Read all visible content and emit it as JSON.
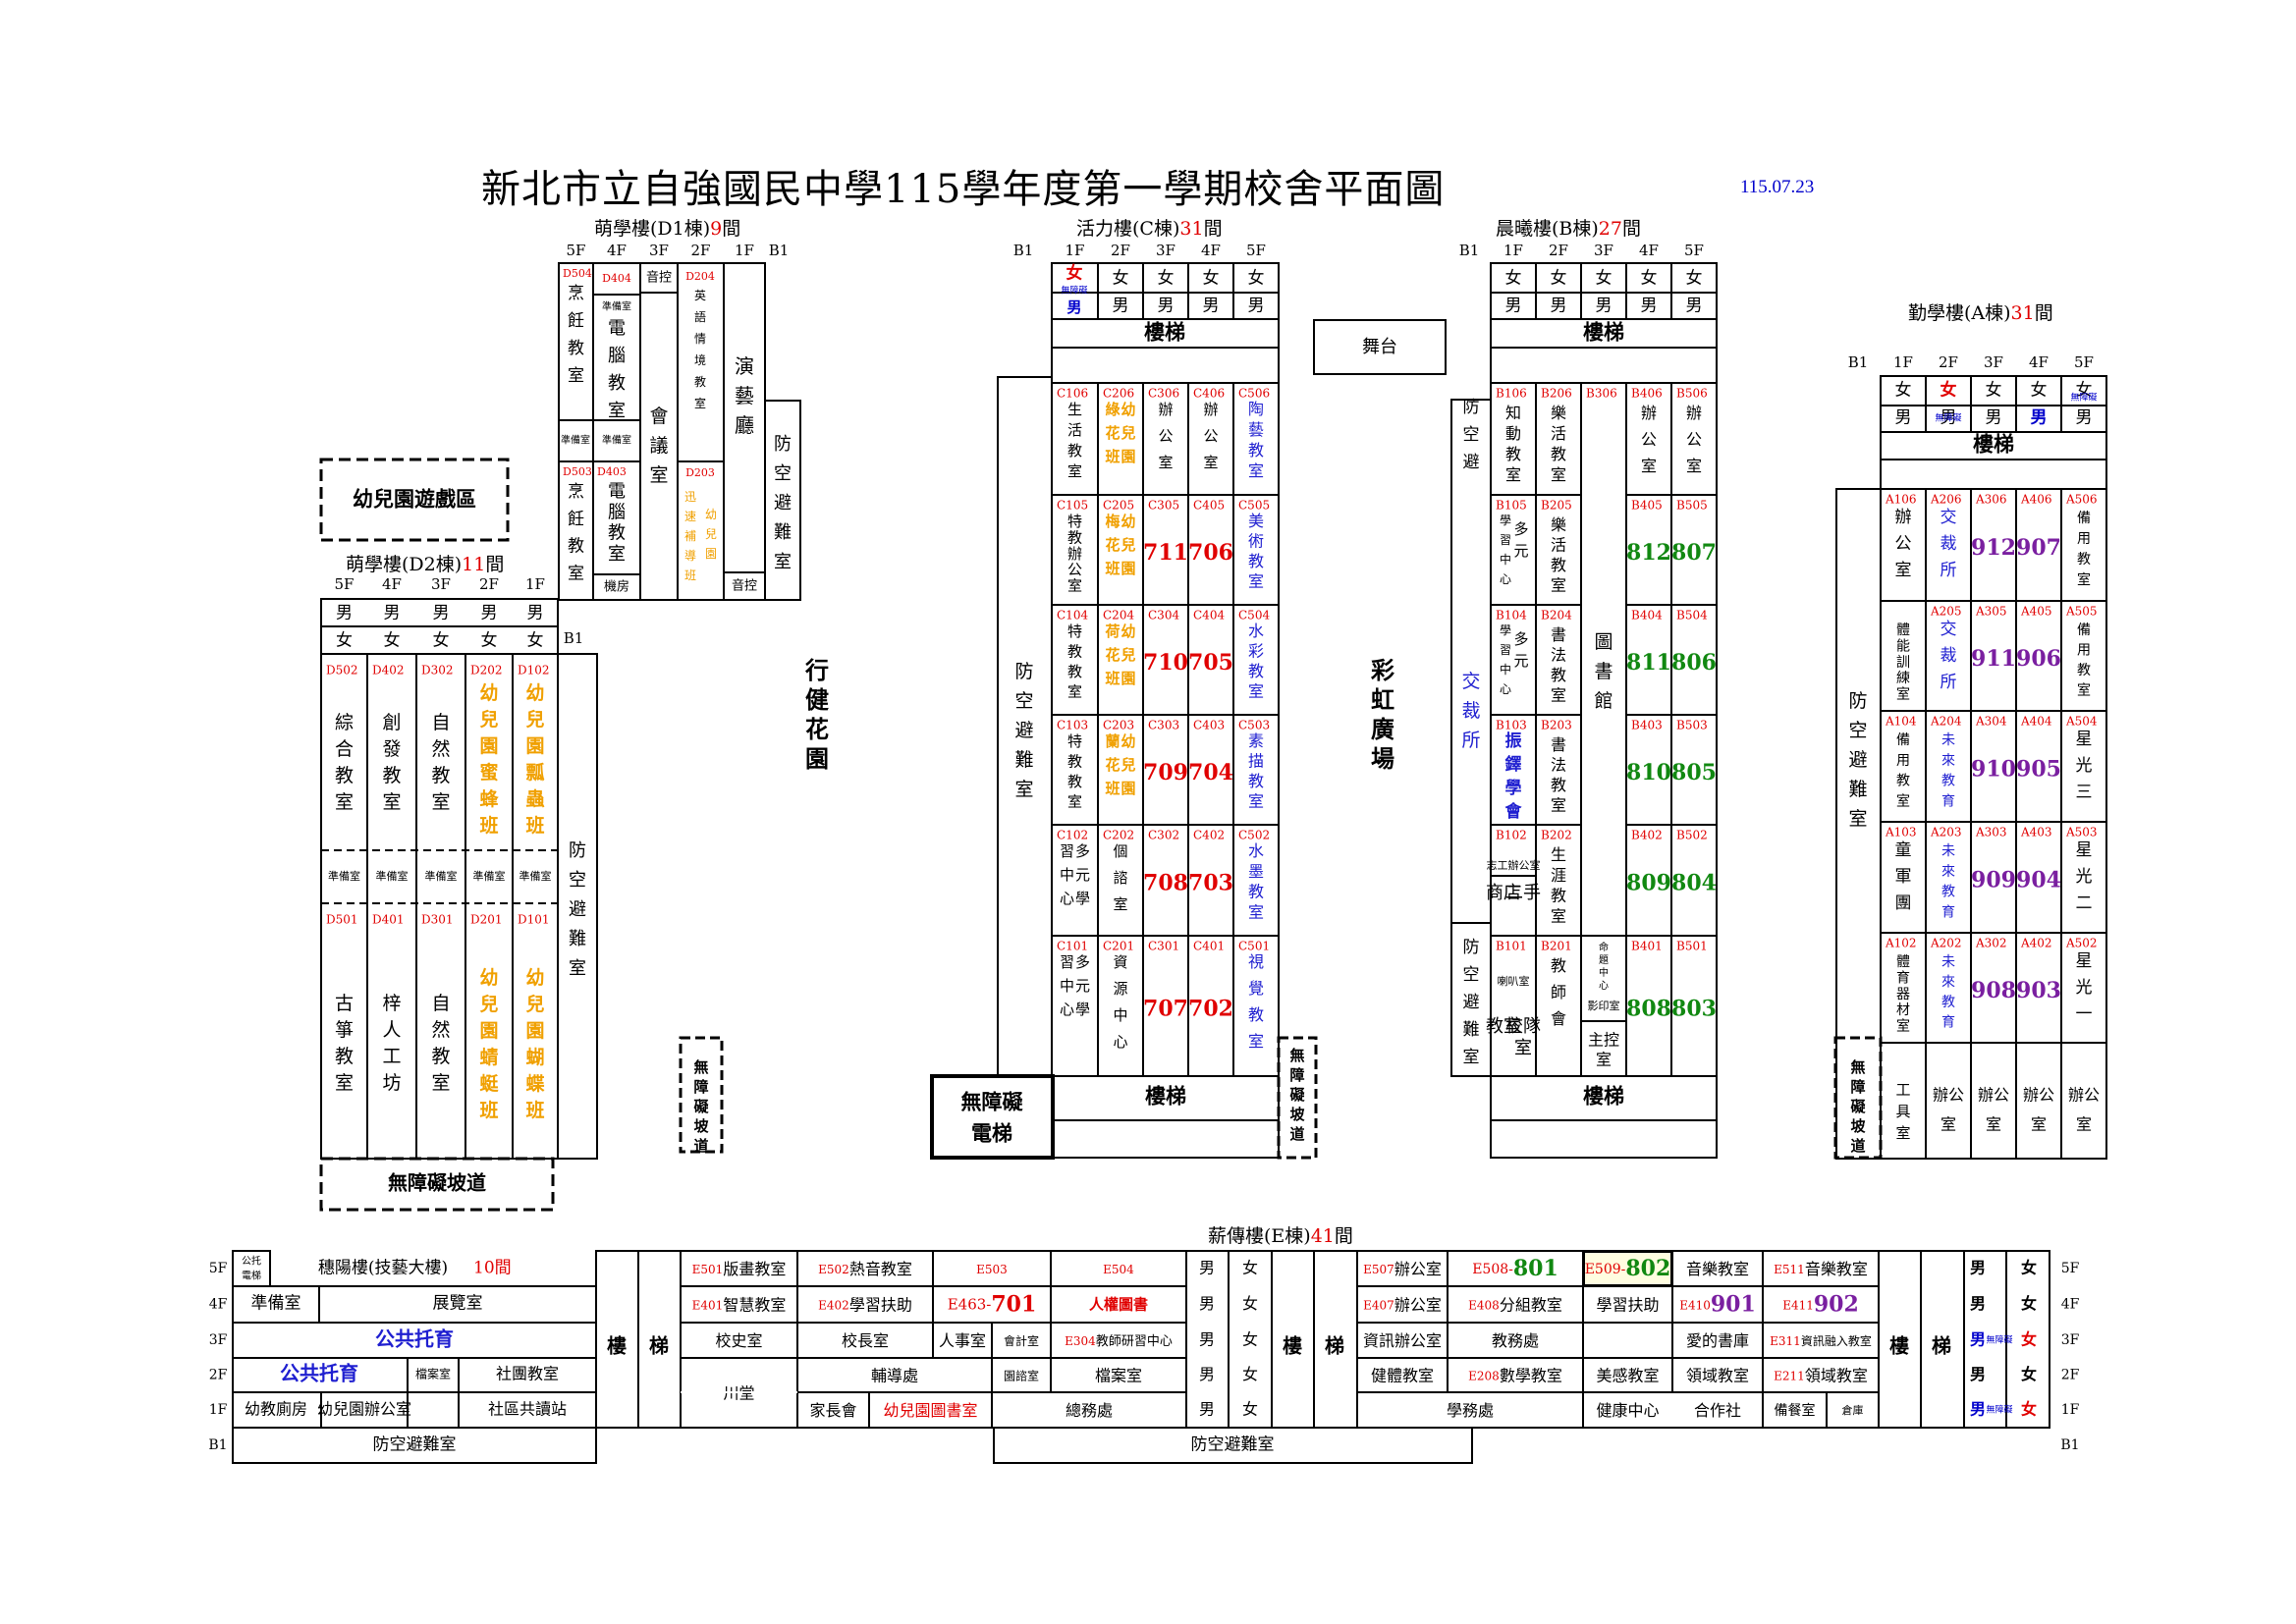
{
  "title": "新北市立自強國民中學115學年度第一學期校舍平面圖",
  "date": "115.07.23",
  "buildings": {
    "d1": {
      "name": "萌學樓(D1棟)",
      "count": "9",
      "unit": "間"
    },
    "c": {
      "name": "活力樓(C棟)",
      "count": "31",
      "unit": "間"
    },
    "b": {
      "name": "晨曦樓(B棟)",
      "count": "27",
      "unit": "間"
    },
    "a": {
      "name": "勤學樓(A棟)",
      "count": "31",
      "unit": "間"
    },
    "d2": {
      "name": "萌學樓(D2棟)",
      "count": "11",
      "unit": "間"
    },
    "e": {
      "name": "薪傳樓(E棟)",
      "count": "41",
      "unit": "間"
    },
    "f": {
      "name": "穗陽樓(技藝大樓)",
      "count": "10",
      "unit": "間"
    }
  },
  "areas": {
    "garden": "行健花園",
    "plaza": "彩虹廣場",
    "stage": "舞台",
    "playground": "幼兒園遊戲區",
    "ramp_bottom": "無障礙坡道",
    "ramp_small": "無障礙坡道",
    "elevator": "無障礙電梯"
  },
  "floors": {
    "5F": "5F",
    "4F": "4F",
    "3F": "3F",
    "2F": "2F",
    "1F": "1F",
    "B1": "B1"
  },
  "common": {
    "stairs": "樓梯",
    "female": "女",
    "male": "男",
    "accessible": "無障礙",
    "shelter": "防空避難室",
    "prep": "準備室",
    "office": "辦公室",
    "equip": "機房",
    "control": "音控"
  },
  "rooms": {
    "d1": [
      {
        "code": "D504",
        "name": "烹飪教室"
      },
      {
        "code": "D404",
        "name": "電腦教室"
      },
      {
        "code": "",
        "name": "會議室"
      },
      {
        "code": "D204",
        "name": "英語情境教室"
      },
      {
        "code": "",
        "name": "演藝廳"
      },
      {
        "code": "D503",
        "name": "烹飪教室"
      },
      {
        "code": "D403",
        "name": "電腦教室"
      },
      {
        "code": "D203",
        "name": "迅速補導班"
      },
      {
        "code": "",
        "name": "幼兒園"
      }
    ],
    "d2": [
      {
        "code": "D502",
        "name": "綜合教室"
      },
      {
        "code": "D402",
        "name": "創發教室"
      },
      {
        "code": "D302",
        "name": "自然教室"
      },
      {
        "code": "D202",
        "name": "幼兒園蜜蜂班"
      },
      {
        "code": "D102",
        "name": "幼兒園瓢蟲班"
      },
      {
        "code": "D501",
        "name": "古箏教室"
      },
      {
        "code": "D401",
        "name": "梓人工坊"
      },
      {
        "code": "D301",
        "name": "自然教室"
      },
      {
        "code": "D201",
        "name": "幼兒園蜻蜓班"
      },
      {
        "code": "D101",
        "name": "幼兒園蝴蝶班"
      }
    ],
    "c": [
      {
        "code": "C106",
        "name": "生活教室"
      },
      {
        "code": "C206",
        "name": "幼兒園綠花班"
      },
      {
        "code": "C306",
        "name": "辦公室"
      },
      {
        "code": "C406",
        "name": "辦公室"
      },
      {
        "code": "C506",
        "name": "陶藝教室"
      },
      {
        "code": "C105",
        "name": "特教辦公室"
      },
      {
        "code": "C205",
        "name": "幼兒園梅花班"
      },
      {
        "code": "C305",
        "name": "711"
      },
      {
        "code": "C405",
        "name": "706"
      },
      {
        "code": "C505",
        "name": "美術教室"
      },
      {
        "code": "C104",
        "name": "特教教室"
      },
      {
        "code": "C204",
        "name": "幼兒園荷花班"
      },
      {
        "code": "C304",
        "name": "710"
      },
      {
        "code": "C404",
        "name": "705"
      },
      {
        "code": "C504",
        "name": "水彩教室"
      },
      {
        "code": "C103",
        "name": "特教教室"
      },
      {
        "code": "C203",
        "name": "幼兒園蘭花班"
      },
      {
        "code": "C303",
        "name": "709"
      },
      {
        "code": "C403",
        "name": "704"
      },
      {
        "code": "C503",
        "name": "素描教室"
      },
      {
        "code": "C102",
        "name": "多元學習中心"
      },
      {
        "code": "C202",
        "name": "個諮室"
      },
      {
        "code": "C302",
        "name": "708"
      },
      {
        "code": "C402",
        "name": "703"
      },
      {
        "code": "C502",
        "name": "水墨教室"
      },
      {
        "code": "C101",
        "name": "多元學習中心"
      },
      {
        "code": "C201",
        "name": "資源中心"
      },
      {
        "code": "C301",
        "name": "707"
      },
      {
        "code": "C401",
        "name": "702"
      },
      {
        "code": "C501",
        "name": "視覺教室"
      }
    ],
    "b": [
      {
        "code": "B106",
        "name": "知動教室"
      },
      {
        "code": "B206",
        "name": "樂活教室"
      },
      {
        "code": "B306",
        "name": "圖書館"
      },
      {
        "code": "B406",
        "name": "辦公室"
      },
      {
        "code": "B506",
        "name": "辦公室"
      },
      {
        "code": "B105",
        "name": "多元學習中心"
      },
      {
        "code": "B205",
        "name": "樂活教室"
      },
      {
        "code": "B405",
        "name": "812"
      },
      {
        "code": "B505",
        "name": "807"
      },
      {
        "code": "B104",
        "name": "多元學習中心"
      },
      {
        "code": "B204",
        "name": "書法教室"
      },
      {
        "code": "B404",
        "name": "811"
      },
      {
        "code": "B504",
        "name": "806"
      },
      {
        "code": "B103",
        "name": "振鐸學會"
      },
      {
        "code": "B203",
        "name": "書法教室"
      },
      {
        "code": "B403",
        "name": "810"
      },
      {
        "code": "B503",
        "name": "805"
      },
      {
        "code": "B102",
        "name": "二手商店"
      },
      {
        "code": "",
        "name": "志工辦公室"
      },
      {
        "code": "B202",
        "name": "生涯教室"
      },
      {
        "code": "B402",
        "name": "809"
      },
      {
        "code": "B502",
        "name": "804"
      },
      {
        "code": "B101",
        "name": "校隊教室"
      },
      {
        "code": "",
        "name": "喇叭室"
      },
      {
        "code": "B201",
        "name": "教師會"
      },
      {
        "code": "",
        "name": "命題中心影印室"
      },
      {
        "code": "",
        "name": "主控室"
      },
      {
        "code": "B401",
        "name": "808"
      },
      {
        "code": "B501",
        "name": "803"
      },
      {
        "code": "",
        "name": "交裁所"
      }
    ],
    "a": [
      {
        "code": "A106",
        "name": "辦公室"
      },
      {
        "code": "A206",
        "name": "交裁所"
      },
      {
        "code": "A306",
        "name": "912"
      },
      {
        "code": "A406",
        "name": "907"
      },
      {
        "code": "A506",
        "name": "備用教室"
      },
      {
        "code": "",
        "name": "體能訓練室"
      },
      {
        "code": "A205",
        "name": "交裁所"
      },
      {
        "code": "A305",
        "name": "911"
      },
      {
        "code": "A405",
        "name": "906"
      },
      {
        "code": "A505",
        "name": "備用教室"
      },
      {
        "code": "A104",
        "name": "備用教室"
      },
      {
        "code": "A204",
        "name": "未來教育"
      },
      {
        "code": "A304",
        "name": "910"
      },
      {
        "code": "A404",
        "name": "905"
      },
      {
        "code": "A504",
        "name": "星光三"
      },
      {
        "code": "A103",
        "name": "童軍團"
      },
      {
        "code": "A203",
        "name": "未來教育"
      },
      {
        "code": "A303",
        "name": "909"
      },
      {
        "code": "A403",
        "name": "904"
      },
      {
        "code": "A503",
        "name": "星光二"
      },
      {
        "code": "A102",
        "name": "體育器材室"
      },
      {
        "code": "A202",
        "name": "未來教育"
      },
      {
        "code": "A302",
        "name": "908"
      },
      {
        "code": "A402",
        "name": "903"
      },
      {
        "code": "A502",
        "name": "星光一"
      },
      {
        "code": "",
        "name": "工具室"
      }
    ],
    "e": {
      "5F": [
        {
          "code": "E501",
          "name": "版畫教室"
        },
        {
          "code": "E502",
          "name": "熱音教室"
        },
        {
          "code": "E503",
          "name": ""
        },
        {
          "code": "E504",
          "name": ""
        },
        {
          "code": "E507",
          "name": "辦公室"
        },
        {
          "code": "E508-",
          "name": "801"
        },
        {
          "code": "E509-",
          "name": "802"
        },
        {
          "code": "",
          "name": "音樂教室"
        },
        {
          "code": "E511",
          "name": "音樂教室"
        }
      ],
      "4F": [
        {
          "code": "E401",
          "name": "智慧教室"
        },
        {
          "code": "E402",
          "name": "學習扶助"
        },
        {
          "code": "E463-",
          "name": "701"
        },
        {
          "code": "",
          "name": "人權圖書"
        },
        {
          "code": "E407",
          "name": "辦公室"
        },
        {
          "code": "E408",
          "name": "分組教室"
        },
        {
          "code": "",
          "name": "學習扶助"
        },
        {
          "code": "E410",
          "name": "901"
        },
        {
          "code": "E411",
          "name": "902"
        }
      ],
      "3F": [
        {
          "code": "",
          "name": "校史室"
        },
        {
          "code": "",
          "name": "校長室"
        },
        {
          "code": "",
          "name": "人事室"
        },
        {
          "code": "",
          "name": "會計室"
        },
        {
          "code": "E304",
          "name": "教師研習中心"
        },
        {
          "code": "",
          "name": "資訊辦公室"
        },
        {
          "code": "",
          "name": "教務處"
        },
        {
          "code": "",
          "name": "愛的書庫"
        },
        {
          "code": "E311",
          "name": "資訊融入教室"
        }
      ],
      "2F": [
        {
          "code": "",
          "name": "輔導處"
        },
        {
          "code": "",
          "name": "園諮室"
        },
        {
          "code": "",
          "name": "檔案室"
        },
        {
          "code": "",
          "name": "健體教室"
        },
        {
          "code": "E208",
          "name": "數學教室"
        },
        {
          "code": "",
          "name": "美感教室"
        },
        {
          "code": "",
          "name": "領域教室"
        },
        {
          "code": "E211",
          "name": "領域教室"
        }
      ],
      "1F": [
        {
          "code": "",
          "name": "川堂"
        },
        {
          "code": "",
          "name": "家長會"
        },
        {
          "code": "",
          "name": "幼兒園圖書室"
        },
        {
          "code": "",
          "name": "總務處"
        },
        {
          "code": "",
          "name": "學務處"
        },
        {
          "code": "",
          "name": "健康中心"
        },
        {
          "code": "",
          "name": "合作社"
        },
        {
          "code": "",
          "name": "備餐室"
        },
        {
          "code": "",
          "name": "倉庫"
        }
      ]
    },
    "f": {
      "tag": "公托電梯",
      "4F": [
        "準備室",
        "展覽室"
      ],
      "3F": [
        "公共托育"
      ],
      "2F": [
        "公共托育",
        "檔案室",
        "社團教室"
      ],
      "1F": [
        "幼教廁房",
        "幼兒園辦公室",
        "社區共讀站"
      ],
      "B1": [
        "防空避難室"
      ]
    }
  },
  "colors": {
    "red": "#e00000",
    "blue": "#1f1fd0",
    "green": "#118811",
    "orange": "#f0a000",
    "purple": "#7a1fa0",
    "navy": "#0000cc"
  }
}
